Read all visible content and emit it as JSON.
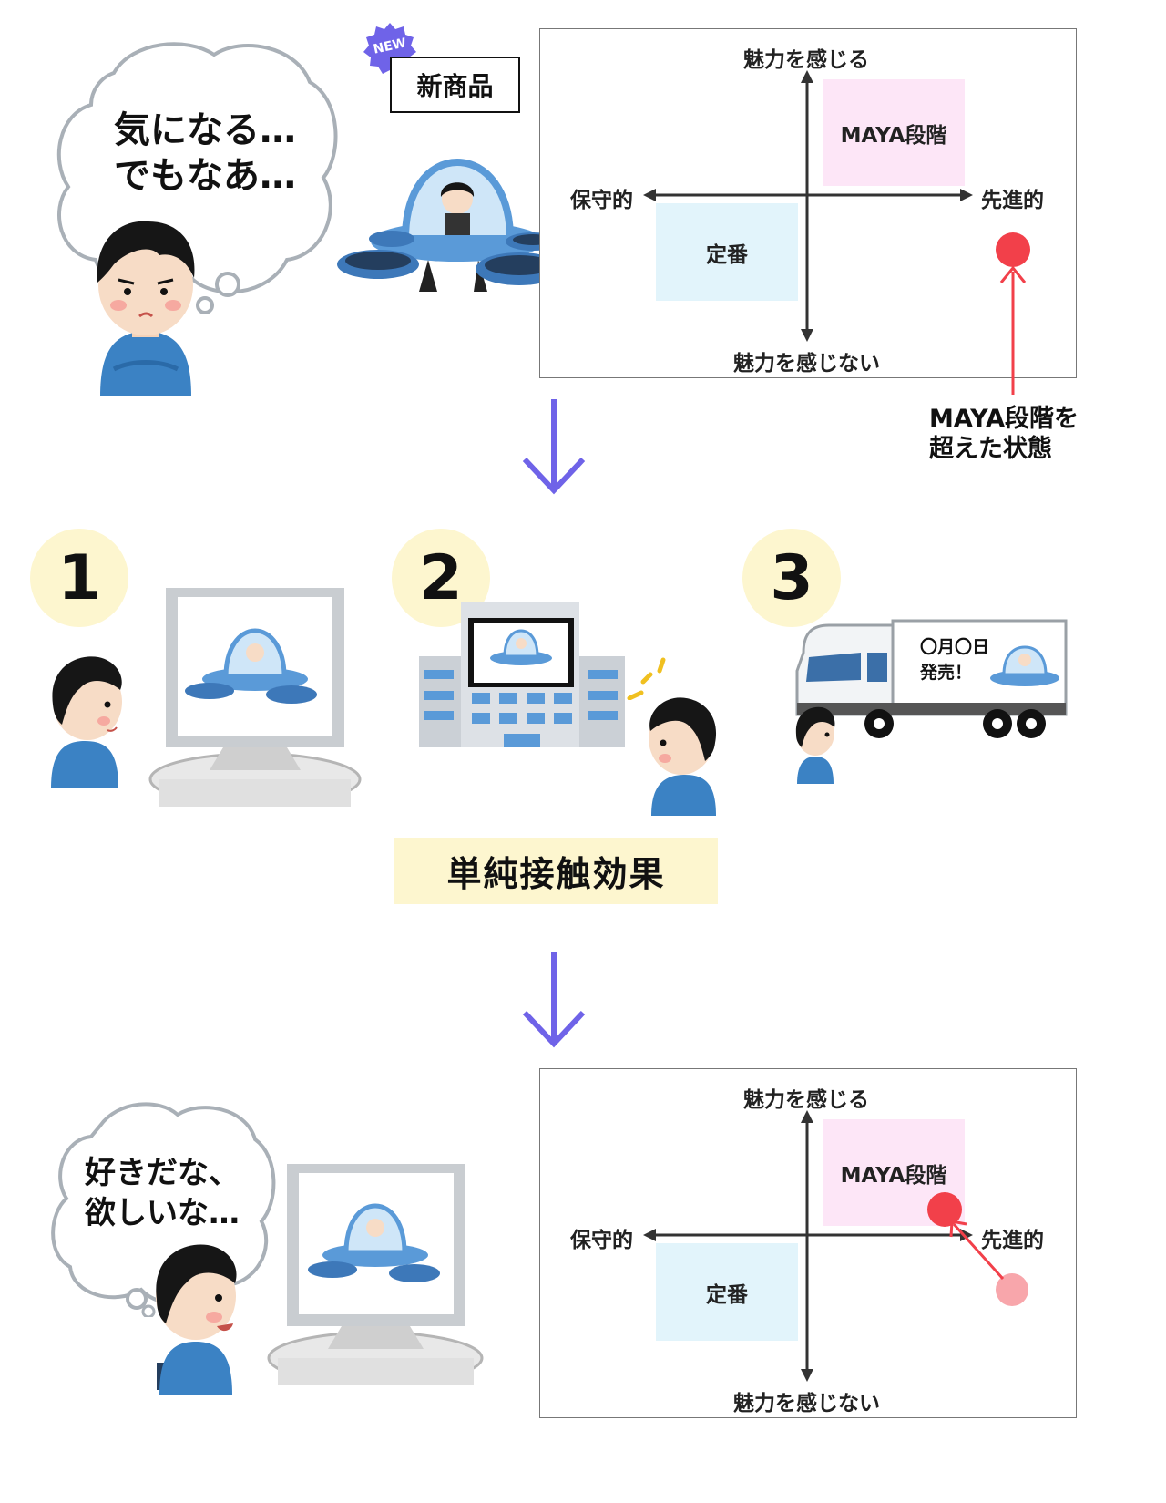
{
  "top": {
    "thought": {
      "line1": "気になる…",
      "line2": "でもなあ…"
    },
    "new_badge": "NEW",
    "new_product_label": "新商品"
  },
  "map_labels": {
    "top": "魅力を感じる",
    "bottom": "魅力を感じない",
    "left": "保守的",
    "right": "先進的",
    "maya": "MAYA段階",
    "teiban": "定番"
  },
  "callout": {
    "line1": "MAYA段階を",
    "line2": "超えた状態"
  },
  "steps": [
    {
      "number": "1"
    },
    {
      "number": "2"
    },
    {
      "number": "3"
    }
  ],
  "truck_ad": {
    "line1": "〇月〇日",
    "line2": "発売！"
  },
  "effect_label": "単純接触効果",
  "bottom": {
    "thought": {
      "line1": "好きだな、",
      "line2": "欲しいな…"
    }
  },
  "colors": {
    "arrow": "#6f63e8",
    "dot": "#f2404a",
    "dot_faded": "#f8a6ab",
    "step_bg": "#fdf6cf",
    "maya_bg": "#fde6f7",
    "teiban_bg": "#e2f4fb",
    "shirt": "#3b82c4",
    "vehicle": "#5a9ad8"
  }
}
